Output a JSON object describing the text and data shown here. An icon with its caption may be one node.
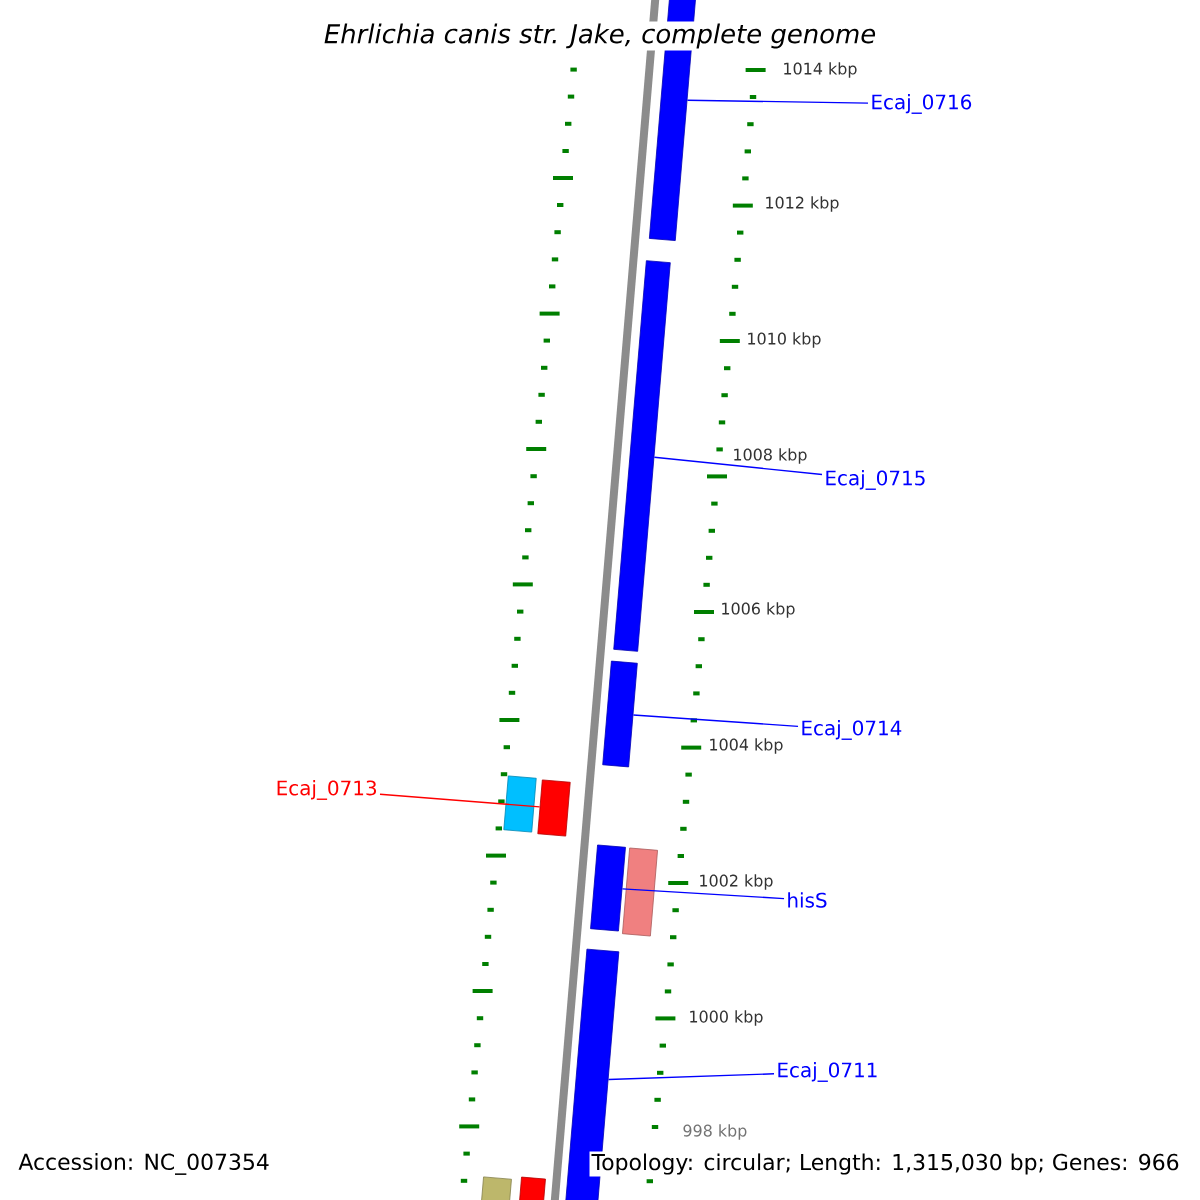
{
  "diagram": {
    "title": "Ehrlichia canis str. Jake, complete genome",
    "nodes": [
      {
        "text": [
          "Ecaj_0716"
        ]
      },
      {
        "text": [],
        "shape": "bar"
      },
      {
        "text": [],
        "shape": "bar"
      },
      {
        "text": [
          "Ecaj_0715"
        ]
      },
      {
        "text": [],
        "shape": "bar"
      },
      {
        "text": [
          "Ecaj_0714"
        ]
      },
      {
        "text": [
          "Ecaj_0713"
        ]
      },
      {
        "text": [],
        "shape": "bar"
      },
      {
        "text": [],
        "shape": "bar"
      },
      {
        "text": [],
        "shape": "bar"
      },
      {
        "text": [],
        "shape": "bar"
      },
      {
        "text": [
          "hisS"
        ]
      },
      {
        "text": [],
        "shape": "bar"
      },
      {
        "text": [
          "Ecaj_0711"
        ]
      },
      {
        "text": [],
        "shape": "bar"
      },
      {
        "text": [],
        "shape": "bar"
      }
    ],
    "edges": [
      {
        "from": 0,
        "to": 1,
        "arrow": "none"
      },
      {
        "from": 3,
        "to": 2,
        "arrow": "none"
      },
      {
        "from": 5,
        "to": 4,
        "arrow": "none"
      },
      {
        "from": 6,
        "to": 8,
        "arrow": "none",
        "color": "#ff0000"
      },
      {
        "from": 11,
        "to": 9,
        "arrow": "none"
      },
      {
        "from": 13,
        "to": 12,
        "arrow": "none"
      }
    ],
    "labels": [
      "1014 kbp",
      "1012 kbp",
      "1010 kbp",
      "1008 kbp",
      "1006 kbp",
      "1004 kbp",
      "1002 kbp",
      "1000 kbp",
      "998 kbp",
      "Accession: NC_007354",
      "Topology: circular; Length: 1,315,030 bp; Genes: 966"
    ]
  }
}
